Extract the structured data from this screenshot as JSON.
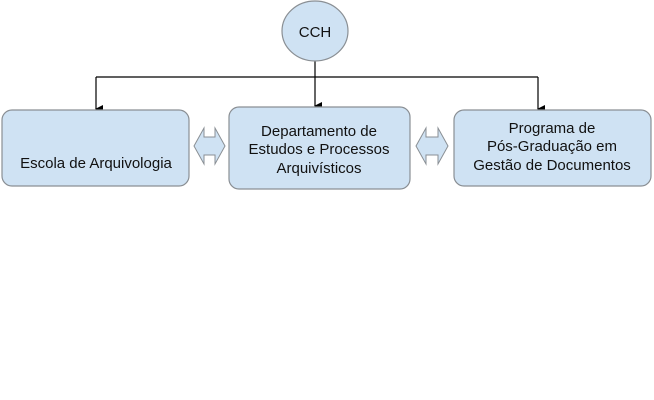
{
  "colors": {
    "node_fill": "#cfe2f3",
    "node_border": "#8a8f94",
    "connector": "#000000"
  },
  "nodes": {
    "root": {
      "label": "CCH"
    },
    "left": {
      "label": "Escola de Arquivologia"
    },
    "center": {
      "lines": [
        "Departamento de",
        "Estudos e Processos",
        "Arquivísticos"
      ]
    },
    "right": {
      "lines": [
        "Programa de",
        "Pós-Graduação em",
        "Gestão de Documentos"
      ]
    }
  }
}
